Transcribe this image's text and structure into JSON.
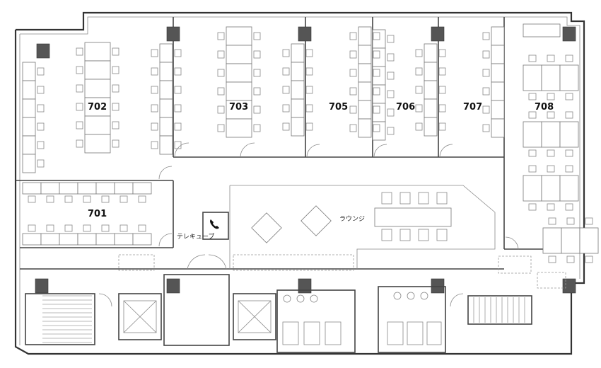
{
  "rooms": {
    "r701": "701",
    "r702": "702",
    "r703": "703",
    "r705": "705",
    "r706": "706",
    "r707": "707",
    "r708": "708"
  },
  "labels": {
    "lounge": "ラウンジ",
    "telecube": "テレキューブ"
  }
}
